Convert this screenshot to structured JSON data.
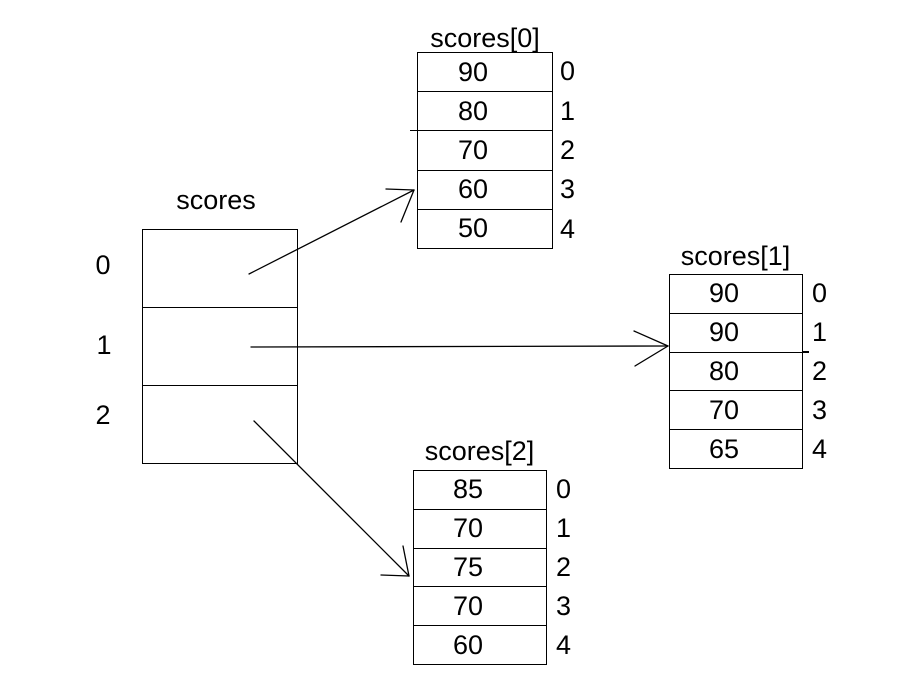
{
  "diagram": {
    "main_array": {
      "title": "scores",
      "indices": [
        "0",
        "1",
        "2"
      ]
    },
    "sub_arrays": [
      {
        "title": "scores[0]",
        "values": [
          "90",
          "80",
          "70",
          "60",
          "50"
        ],
        "indices": [
          "0",
          "1",
          "2",
          "3",
          "4"
        ]
      },
      {
        "title": "scores[1]",
        "values": [
          "90",
          "90",
          "80",
          "70",
          "65"
        ],
        "indices": [
          "0",
          "1",
          "2",
          "3",
          "4"
        ]
      },
      {
        "title": "scores[2]",
        "values": [
          "85",
          "70",
          "75",
          "70",
          "60"
        ],
        "indices": [
          "0",
          "1",
          "2",
          "3",
          "4"
        ]
      }
    ],
    "arrows": [
      {
        "from": "scores index 0",
        "to": "scores[0]"
      },
      {
        "from": "scores index 1",
        "to": "scores[1]"
      },
      {
        "from": "scores index 2",
        "to": "scores[2]"
      }
    ],
    "colors": {
      "background": "#ffffff",
      "line": "#000000",
      "text": "#000000"
    }
  }
}
